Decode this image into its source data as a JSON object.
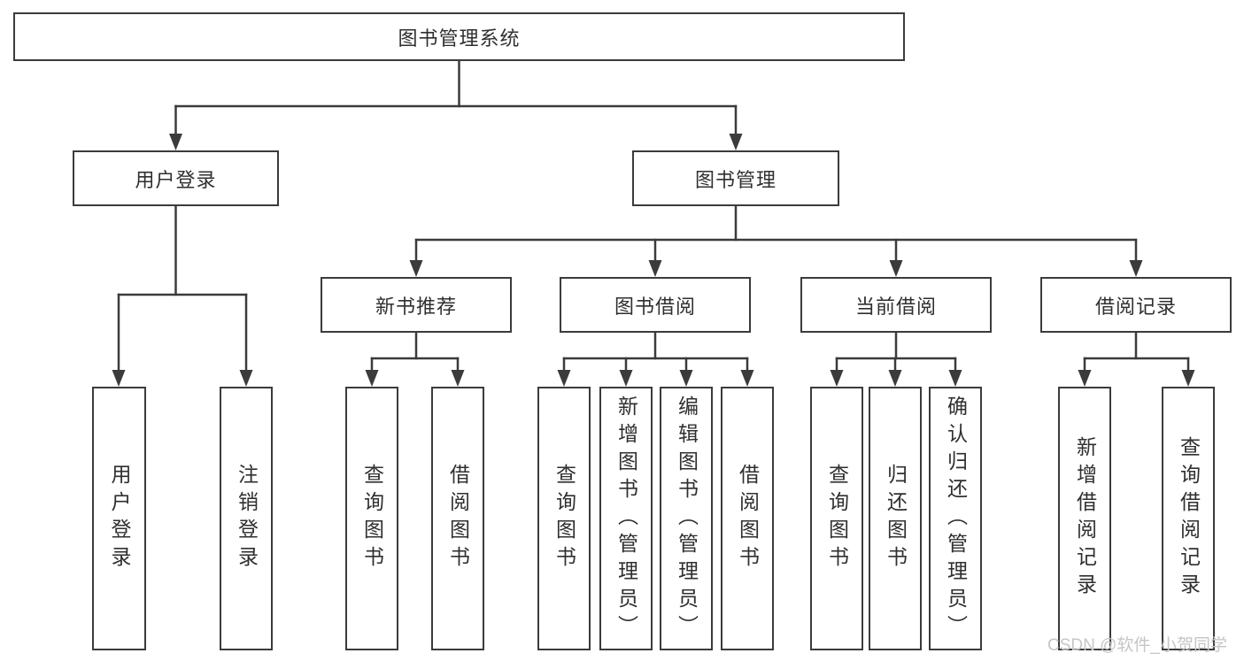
{
  "diagram": {
    "title": "图书管理系统",
    "level2": {
      "user_login": "用户登录",
      "book_management": "图书管理"
    },
    "level3": {
      "new_books": "新书推荐",
      "book_borrow": "图书借阅",
      "current_borrow": "当前借阅",
      "borrow_records": "借阅记录"
    },
    "leaves": {
      "login": [
        "用户登录",
        "注销登录"
      ],
      "new_books": [
        "查询图书",
        "借阅图书"
      ],
      "book_borrow": [
        "查询图书",
        "新增图书（管理员）",
        "编辑图书（管理员）",
        "借阅图书"
      ],
      "current_borrow": [
        "查询图书",
        "归还图书",
        "确认归还（管理员）"
      ],
      "borrow_records": [
        "新增借阅记录",
        "查询借阅记录"
      ]
    }
  },
  "watermark": "CSDN @软件_小贺同学",
  "colors": {
    "line": "#3b3b3b",
    "text": "#2f2f2f",
    "background": "#ffffff",
    "watermark": "#c6c6c6"
  }
}
